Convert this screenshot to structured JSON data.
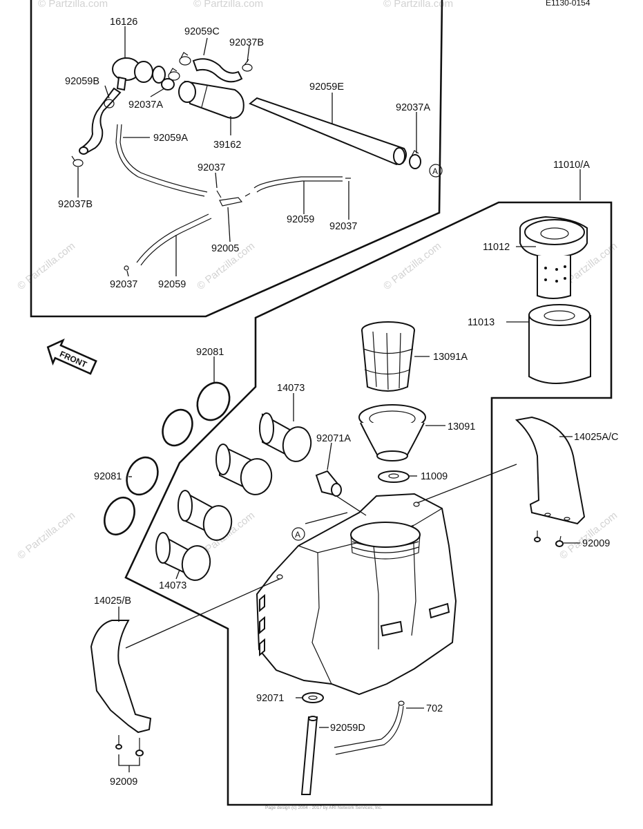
{
  "diagram_code": "E1130-0154",
  "front_label": "FRONT",
  "ref_a": "A",
  "copyright": "Page design (c) 2004 - 2017 by ARI Network Services, Inc.",
  "watermark": "© Partzilla.com",
  "labels": {
    "l16126": "16126",
    "l92059C": "92059C",
    "l92037B_top": "92037B",
    "l92059B": "92059B",
    "l92037A_left": "92037A",
    "l92059E": "92059E",
    "l92037A_right": "92037A",
    "l92059A": "92059A",
    "l39162": "39162",
    "l92037_mid": "92037",
    "l92037B_left": "92037B",
    "l92059_mid": "92059",
    "l92037_right": "92037",
    "l92005": "92005",
    "l92037_bottom": "92037",
    "l92059_bottom": "92059",
    "l11010A": "11010/A",
    "l11012": "11012",
    "l11013": "11013",
    "l92081_top": "92081",
    "l14073_top": "14073",
    "l13091A": "13091A",
    "l92071A": "92071A",
    "l13091": "13091",
    "l14025AC": "14025A/C",
    "l92081_left": "92081",
    "l11009": "11009",
    "l92009_right": "92009",
    "l14073_bottom": "14073",
    "l14025B": "14025/B",
    "l92071": "92071",
    "l702": "702",
    "l92059D": "92059D",
    "l92009_bottom": "92009"
  }
}
